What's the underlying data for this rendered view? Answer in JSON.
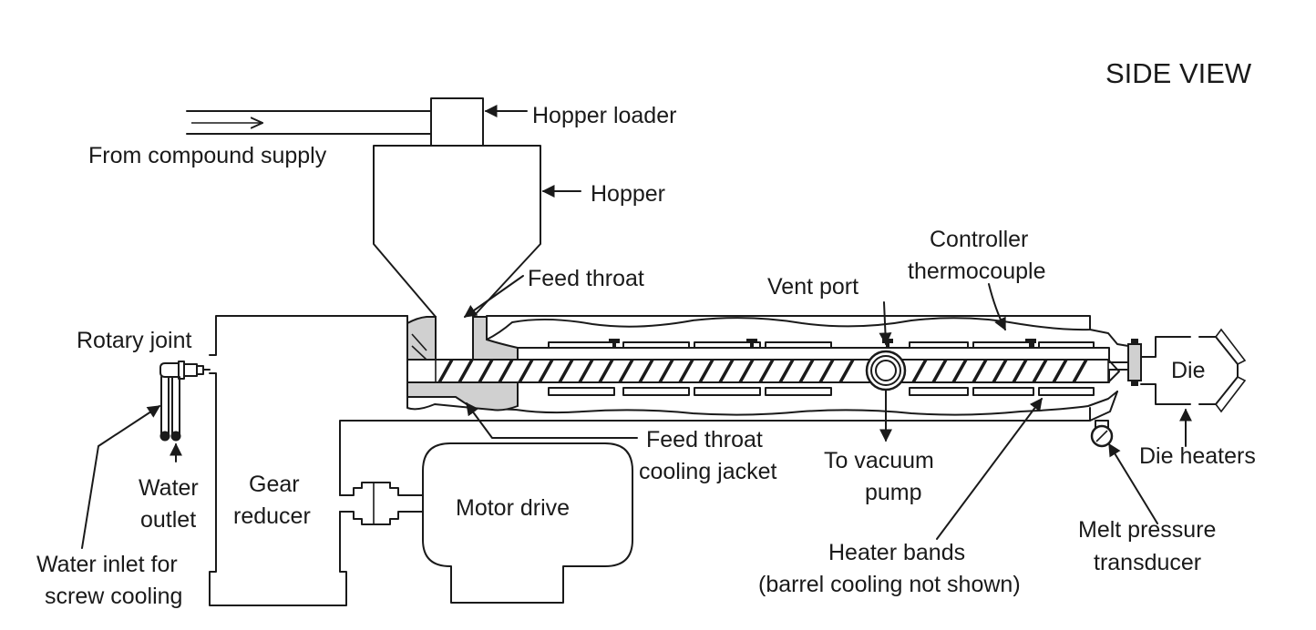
{
  "view_title": "SIDE VIEW",
  "labels": {
    "hopper_loader": "Hopper loader",
    "compound_supply": "From compound supply",
    "hopper": "Hopper",
    "feed_throat": "Feed throat",
    "vent_port": "Vent port",
    "controller_1": "Controller",
    "controller_2": "thermocouple",
    "rotary_joint": "Rotary joint",
    "die": "Die",
    "water_outlet_1": "Water",
    "water_outlet_2": "outlet",
    "gear_1": "Gear",
    "gear_2": "reducer",
    "ftcj_1": "Feed throat",
    "ftcj_2": "cooling jacket",
    "vacuum_1": "To vacuum",
    "vacuum_2": "pump",
    "die_heaters": "Die heaters",
    "motor_drive": "Motor drive",
    "melt_1": "Melt pressure",
    "melt_2": "transducer",
    "water_inlet_1": "Water inlet for",
    "water_inlet_2": "screw cooling",
    "heater_1": "Heater bands",
    "heater_2": "(barrel cooling not shown)"
  }
}
